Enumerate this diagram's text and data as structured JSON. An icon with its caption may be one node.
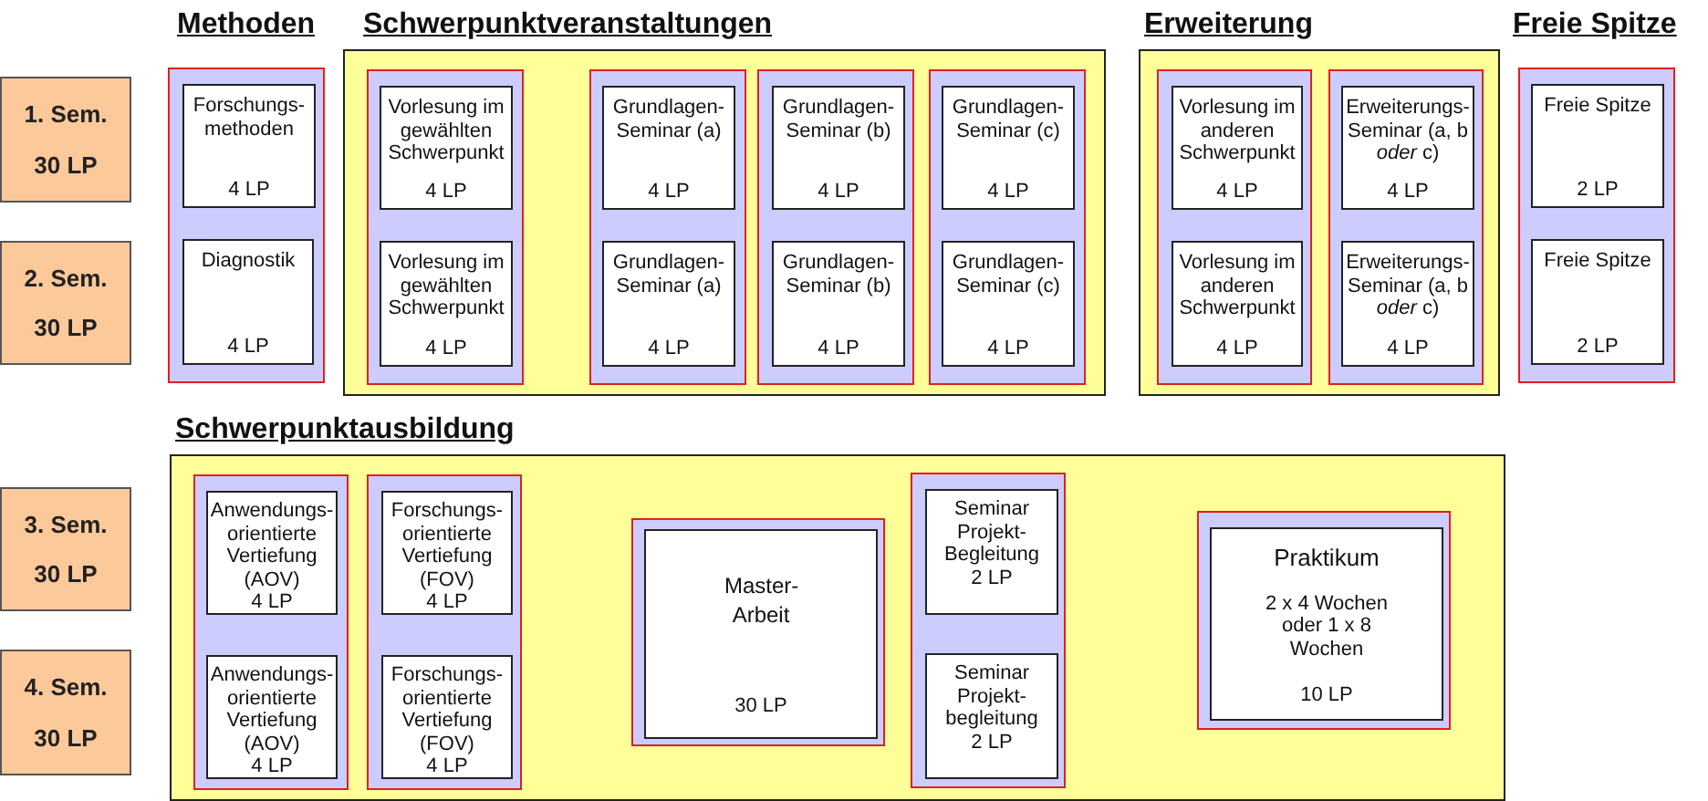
{
  "diagram": {
    "nodes": [
      {
        "text": [
          "1. Sem.",
          "30 LP"
        ]
      },
      {
        "text": [
          "2. Sem.",
          "30 LP"
        ]
      },
      {
        "text": [
          "3. Sem.",
          "30 LP"
        ]
      },
      {
        "text": [
          "4. Sem.",
          "30 LP"
        ]
      },
      {
        "text": [
          "Methoden"
        ]
      },
      {
        "text": [
          "Forschungs- methoden",
          "4 LP"
        ],
        "in": 4
      },
      {
        "text": [
          "Diagnostik",
          "4 LP"
        ],
        "in": 4
      },
      {
        "text": [
          "Schwerpunktveranstaltungen"
        ]
      },
      {
        "text": [],
        "shape": "box",
        "in": 7
      },
      {
        "text": [
          "Vorlesung im gewählten Schwerpunkt",
          "4 LP"
        ],
        "in": 8
      },
      {
        "text": [
          "Vorlesung im gewählten Schwerpunkt",
          "4 LP"
        ],
        "in": 8
      },
      {
        "text": [],
        "shape": "box",
        "in": 7
      },
      {
        "text": [
          "Grundlagen- Seminar (a)",
          "4 LP"
        ],
        "in": 11
      },
      {
        "text": [
          "Grundlagen- Seminar (a)",
          "4 LP"
        ],
        "in": 11
      },
      {
        "text": [],
        "shape": "box",
        "in": 7
      },
      {
        "text": [
          "Grundlagen- Seminar (b)",
          "4 LP"
        ],
        "in": 14
      },
      {
        "text": [
          "Grundlagen- Seminar (b)",
          "4 LP"
        ],
        "in": 14
      },
      {
        "text": [],
        "shape": "box",
        "in": 7
      },
      {
        "text": [
          "Grundlagen- Seminar (c)",
          "4 LP"
        ],
        "in": 17
      },
      {
        "text": [
          "Grundlagen- Seminar (c)",
          "4 LP"
        ],
        "in": 17
      },
      {
        "text": [
          "Erweiterung"
        ]
      },
      {
        "text": [],
        "shape": "box",
        "in": 20
      },
      {
        "text": [
          "Vorlesung im anderen Schwerpunkt",
          "4 LP"
        ],
        "in": 21
      },
      {
        "text": [
          "Vorlesung im anderen Schwerpunkt",
          "4 LP"
        ],
        "in": 21
      },
      {
        "text": [],
        "shape": "box",
        "in": 20
      },
      {
        "text": [
          "Erweiterungs- Seminar (a, b *oder* c)",
          "4 LP"
        ],
        "in": 24
      },
      {
        "text": [
          "Erweiterungs- Seminar (a, b *oder* c)",
          "4 LP"
        ],
        "in": 24
      },
      {
        "text": [
          "Freie Spitze"
        ]
      },
      {
        "text": [
          "Freie Spitze",
          "2 LP"
        ],
        "in": 27
      },
      {
        "text": [
          "Freie Spitze",
          "2 LP"
        ],
        "in": 27
      },
      {
        "text": [
          "Schwerpunktausbildung"
        ]
      },
      {
        "text": [],
        "shape": "box",
        "in": 30
      },
      {
        "text": [
          "Anwendungs- orientierte Vertiefung (AOV)",
          "4 LP"
        ],
        "in": 31
      },
      {
        "text": [
          "Anwendungs- orientierte Vertiefung (AOV)",
          "4 LP"
        ],
        "in": 31
      },
      {
        "text": [],
        "shape": "box",
        "in": 30
      },
      {
        "text": [
          "Forschungs- orientierte Vertiefung (FOV)",
          "4 LP"
        ],
        "in": 34
      },
      {
        "text": [
          "Forschungs- orientierte Vertiefung (FOV)",
          "4 LP"
        ],
        "in": 34
      },
      {
        "text": [],
        "shape": "box",
        "in": 30
      },
      {
        "text": [
          "Master- Arbeit",
          "30 LP"
        ],
        "in": 37
      },
      {
        "text": [],
        "shape": "box",
        "in": 30
      },
      {
        "text": [
          "Seminar Projekt- Begleitung",
          "2 LP"
        ],
        "in": 39
      },
      {
        "text": [
          "Seminar Projekt- begleitung",
          "2 LP"
        ],
        "in": 39
      },
      {
        "text": [],
        "shape": "box",
        "in": 30
      },
      {
        "text": [
          "Praktikum",
          "2 x 4 Wochen oder 1 x 8 Wochen",
          "10 LP"
        ],
        "in": 42
      }
    ]
  }
}
